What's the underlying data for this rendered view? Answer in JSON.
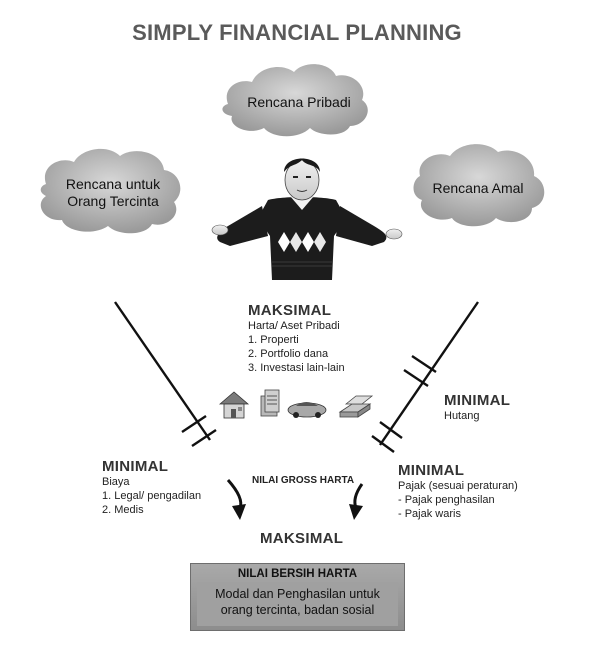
{
  "title": "SIMPLY FINANCIAL PLANNING",
  "clouds": {
    "top": "Rencana Pribadi",
    "left": [
      "Rencana untuk",
      "Orang Tercinta"
    ],
    "right": "Rencana Amal"
  },
  "maksimal_top": {
    "heading": "MAKSIMAL",
    "subtitle": "Harta/ Aset Pribadi",
    "items": [
      "1.  Properti",
      "2.  Portfolio dana",
      "3.  Investasi lain-lain"
    ]
  },
  "minimal_right_top": {
    "heading": "MINIMAL",
    "subtitle": "Hutang"
  },
  "minimal_left": {
    "heading": "MINIMAL",
    "subtitle": "Biaya",
    "items": [
      "1.  Legal/ pengadilan",
      "2.  Medis"
    ]
  },
  "minimal_right": {
    "heading": "MINIMAL",
    "subtitle": "Pajak (sesuai peraturan)",
    "items": [
      "- Pajak penghasilan",
      "- Pajak waris"
    ]
  },
  "gross_label": "NILAI GROSS HARTA",
  "maksimal_bottom": "MAKSIMAL",
  "net": {
    "title": "NILAI BERSIH HARTA",
    "desc_line1": "Modal dan Penghasilan untuk",
    "desc_line2": "orang  tercinta,  badan  sosial"
  },
  "icons": [
    "house-icon",
    "money-icon",
    "car-icon",
    "gold-bars-icon"
  ]
}
